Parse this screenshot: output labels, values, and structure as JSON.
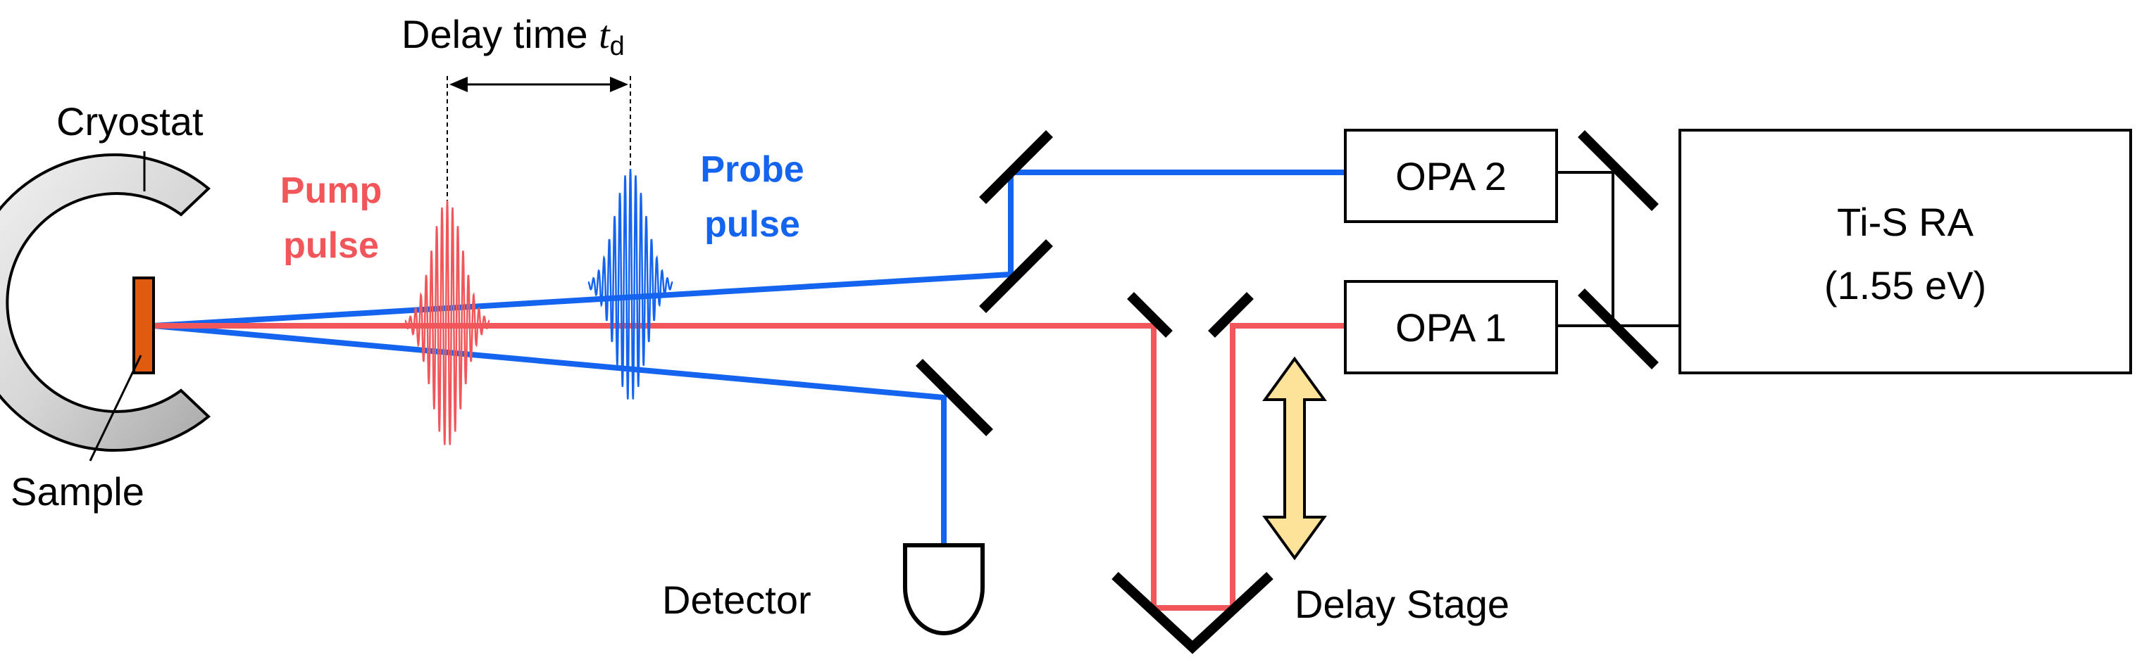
{
  "labels": {
    "delay_time": "Delay  time ",
    "delay_time_var": "t",
    "delay_time_sub": "d",
    "cryostat": "Cryostat",
    "sample": "Sample",
    "pump_line1": "Pump",
    "pump_line2": "pulse",
    "probe_line1": "Probe",
    "probe_line2": "pulse",
    "opa2": "OPA 2",
    "opa1": "OPA 1",
    "laser_line1": "Ti-S RA",
    "laser_line2": "(1.55 eV)",
    "detector": "Detector",
    "delay_stage": "Delay Stage"
  },
  "colors": {
    "pump": "#f0565a",
    "probe": "#1464f0",
    "sample": "#e05a10",
    "stage_arrow_fill": "#fde39a",
    "line": "#000000"
  },
  "icons": {
    "cryostat": "cryostat-c-shape",
    "detector": "detector-dome-icon",
    "mirror": "mirror-icon",
    "stage_arrow": "double-arrow-icon"
  }
}
